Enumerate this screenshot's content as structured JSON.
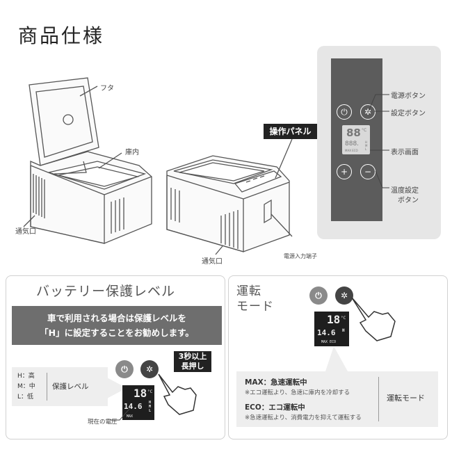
{
  "title": "商品仕様",
  "product": {
    "lid_label": "フタ",
    "interior_label": "庫内",
    "vent_label": "通気口",
    "power_input_label": "電源入力端子",
    "panel_badge": "操作パネル"
  },
  "control_panel": {
    "power_button_label": "電源ボタン",
    "settings_button_label": "設定ボタン",
    "display_label": "表示画面",
    "temp_button_label_1": "温度設定",
    "temp_button_label_2": "ボタン",
    "display_digits": "88",
    "display_unit": "°C",
    "display_sub": "888.",
    "display_modes": "MAX ECO",
    "display_levels": "H M L"
  },
  "battery_section": {
    "heading": "バッテリー保護レベル",
    "message_line1": "車で利用される場合は保護レベルを",
    "message_line2": "「H」に設定することをお勧めします。",
    "levels": [
      "H：高",
      "M：中",
      "L：低"
    ],
    "level_title": "保護レベル",
    "press_line1": "3秒以上",
    "press_line2": "長押し",
    "lcd_temp": "18",
    "lcd_unit": "°C",
    "lcd_voltage": "14.6",
    "lcd_mode": "MAX",
    "lcd_level": "H M L",
    "voltage_label": "現在の電圧"
  },
  "mode_section": {
    "heading_line1": "運転",
    "heading_line2": "モード",
    "lcd_temp": "18",
    "lcd_unit": "°C",
    "lcd_voltage": "14.6",
    "lcd_level": "H",
    "lcd_mode": "MAX ECO",
    "max_title": "MAX：急速運転中",
    "max_desc": "※エコ運転より、急速に庫内を冷却する",
    "eco_title": "ECO：エコ運転中",
    "eco_desc": "※急速運転より、消費電力を抑えて運転する",
    "side_label": "運転モード"
  },
  "colors": {
    "panel_bg": "#e6e6e6",
    "panel_dark": "#5c5c5c",
    "message_bg": "#6e6e6e",
    "badge_bg": "#222222"
  }
}
